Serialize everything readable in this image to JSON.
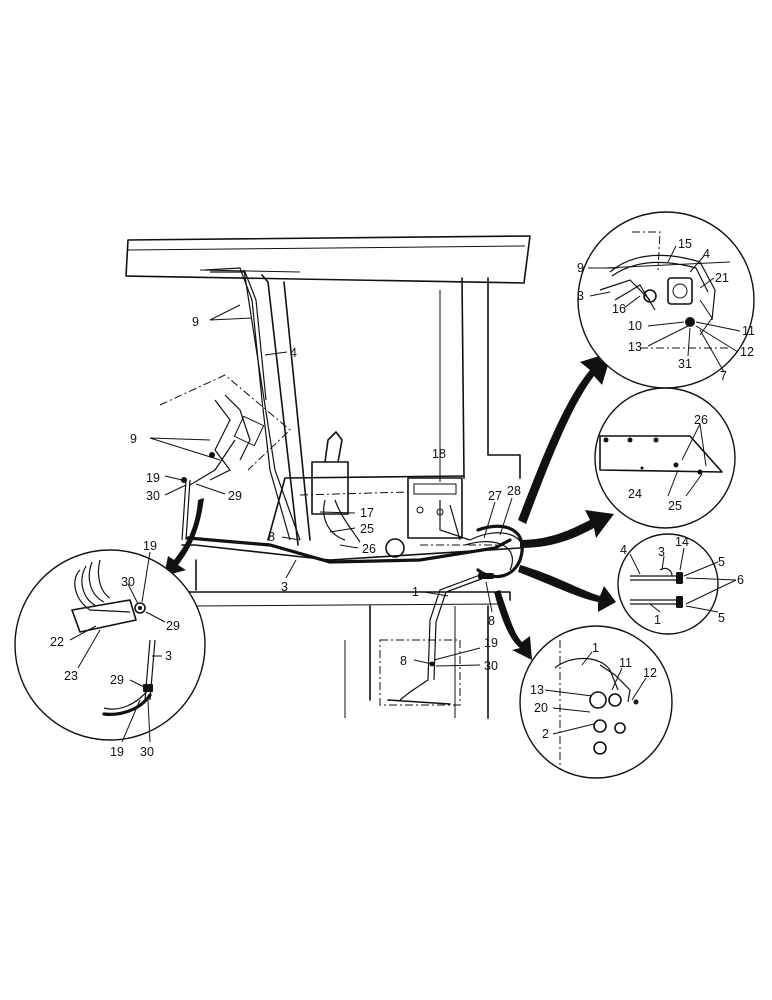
{
  "diagram": {
    "labels": {
      "main_9_top": "9",
      "main_4": "4",
      "main_9_left": "9",
      "main_19": "19",
      "main_30": "30",
      "main_29": "29",
      "main_18": "18",
      "main_27": "27",
      "main_28": "28",
      "main_17": "17",
      "main_25": "25",
      "main_26": "26",
      "main_8_left": "8",
      "main_3": "3",
      "main_1": "1",
      "main_8_right": "8",
      "main_19_low": "19",
      "main_8_low": "8",
      "main_30_low": "30"
    },
    "detail_top_right": {
      "labels": [
        "15",
        "4",
        "9",
        "21",
        "3",
        "16",
        "10",
        "11",
        "13",
        "12",
        "31",
        "7"
      ]
    },
    "detail_mid_right": {
      "labels": [
        "26",
        "24",
        "25"
      ]
    },
    "detail_right": {
      "labels": [
        "14",
        "4",
        "3",
        "5",
        "6",
        "1",
        "5"
      ]
    },
    "detail_bottom_right": {
      "labels": [
        "1",
        "11",
        "12",
        "13",
        "20",
        "2"
      ]
    },
    "detail_left": {
      "labels": [
        "19",
        "30",
        "29",
        "22",
        "23",
        "3",
        "29",
        "19",
        "30"
      ]
    }
  }
}
